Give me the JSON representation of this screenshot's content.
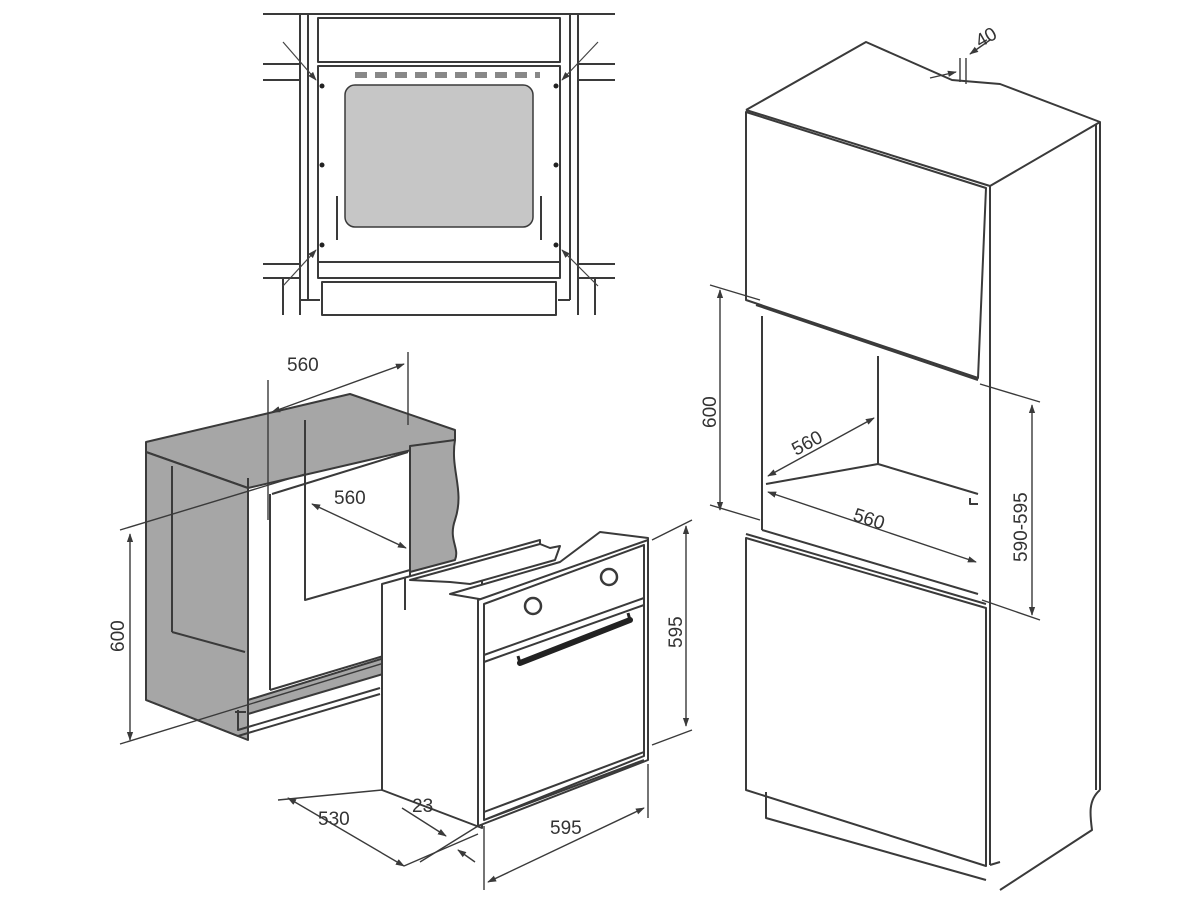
{
  "diagram": {
    "views": [
      {
        "id": "front-installation-view"
      },
      {
        "id": "undercounter-installation-view"
      },
      {
        "id": "tall-cabinet-installation-view"
      }
    ]
  },
  "dimensions": {
    "undercounter": {
      "niche_width": "560",
      "niche_depth": "560",
      "niche_height": "600",
      "oven_height": "595",
      "oven_width": "595",
      "oven_depth": "530",
      "front_panel": "23"
    },
    "tall_cabinet": {
      "top_gap": "40",
      "niche_height": "600",
      "niche_depth": "560",
      "niche_width": "560",
      "niche_height_range": "590-595"
    }
  },
  "colors": {
    "line": "#3a3a3a",
    "cabinet_fill": "#a6a6a6",
    "glass_fill": "#c6c6c6",
    "background": "#ffffff"
  }
}
